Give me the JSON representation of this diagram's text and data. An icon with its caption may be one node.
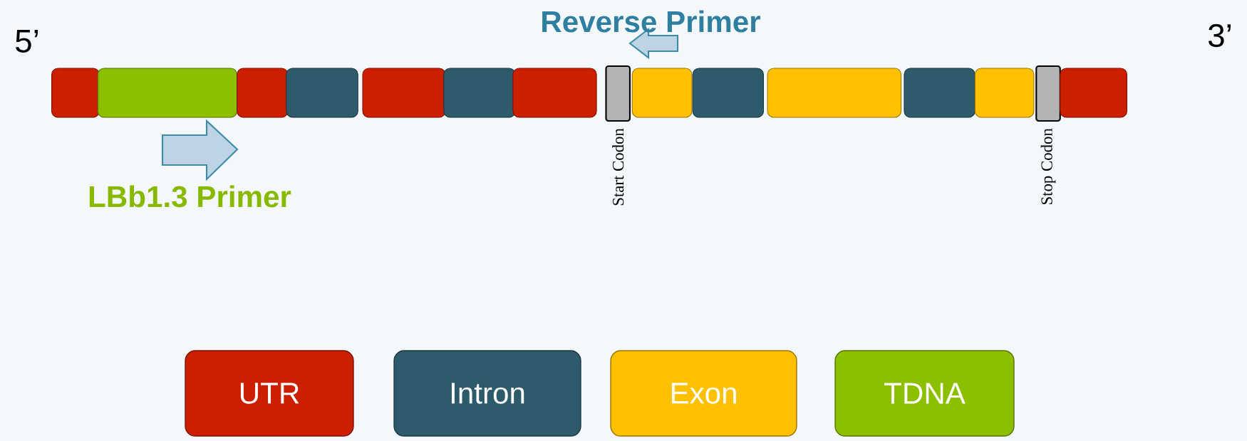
{
  "diagram": {
    "nodes": [
      {
        "text": [],
        "shape": "box"
      },
      {
        "text": [],
        "shape": "box"
      },
      {
        "text": [],
        "shape": "box"
      },
      {
        "text": [],
        "shape": "box"
      },
      {
        "text": [],
        "shape": "box"
      },
      {
        "text": [],
        "shape": "box"
      },
      {
        "text": [],
        "shape": "box"
      },
      {
        "text": [],
        "shape": "box",
        "beside": [
          "Start Codon"
        ]
      },
      {
        "text": [],
        "shape": "box"
      },
      {
        "text": [],
        "shape": "box"
      },
      {
        "text": [],
        "shape": "box"
      },
      {
        "text": [],
        "shape": "box"
      },
      {
        "text": [],
        "shape": "box"
      },
      {
        "text": [],
        "shape": "box",
        "beside": [
          "Stop Codon"
        ]
      },
      {
        "text": [],
        "shape": "box"
      },
      {
        "text": [
          "Reverse Primer"
        ]
      },
      {
        "text": [
          "LBb1.3 Primer"
        ]
      }
    ],
    "labels": [
      "5’",
      "3’"
    ],
    "legend": [
      {
        "text": "UTR",
        "color": "#cc1f00"
      },
      {
        "text": "Intron",
        "color": "#2d5b6b"
      },
      {
        "text": "Exon",
        "color": "#ffc000"
      },
      {
        "text": "TDNA",
        "color": "#8cbf00"
      }
    ]
  }
}
